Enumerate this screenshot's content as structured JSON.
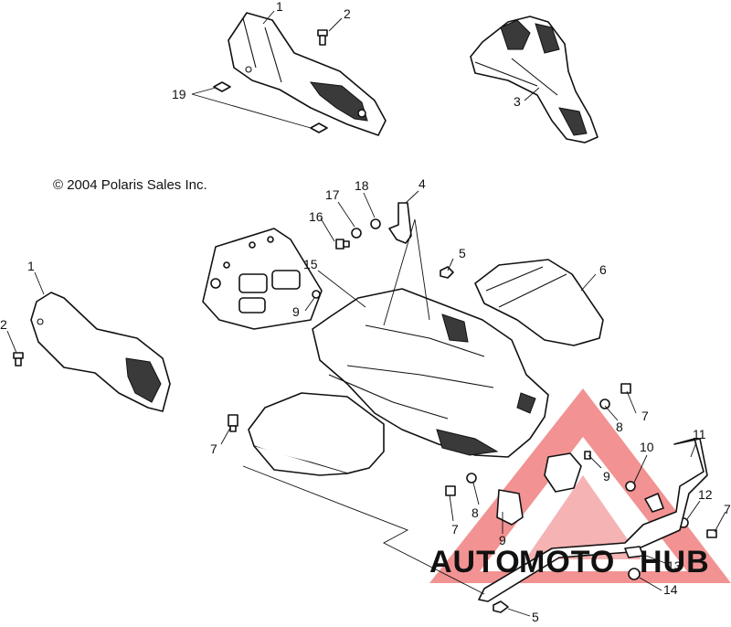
{
  "copyright": "© 2004 Polaris Sales Inc.",
  "callouts": [
    "1",
    "2",
    "19",
    "3",
    "17",
    "18",
    "4",
    "16",
    "15",
    "9",
    "5",
    "6",
    "1",
    "2",
    "7",
    "8",
    "7",
    "10",
    "11",
    "9",
    "8",
    "7",
    "12",
    "7",
    "9",
    "13",
    "14",
    "5"
  ],
  "watermark": {
    "part1": "AUTO",
    "part2": "MOTO",
    "part3": "HUB",
    "colors": {
      "part1": "#f5c27a",
      "part2": "#ef8a8a",
      "part3": "#8a8a8a",
      "triangle": "#f08080"
    }
  }
}
